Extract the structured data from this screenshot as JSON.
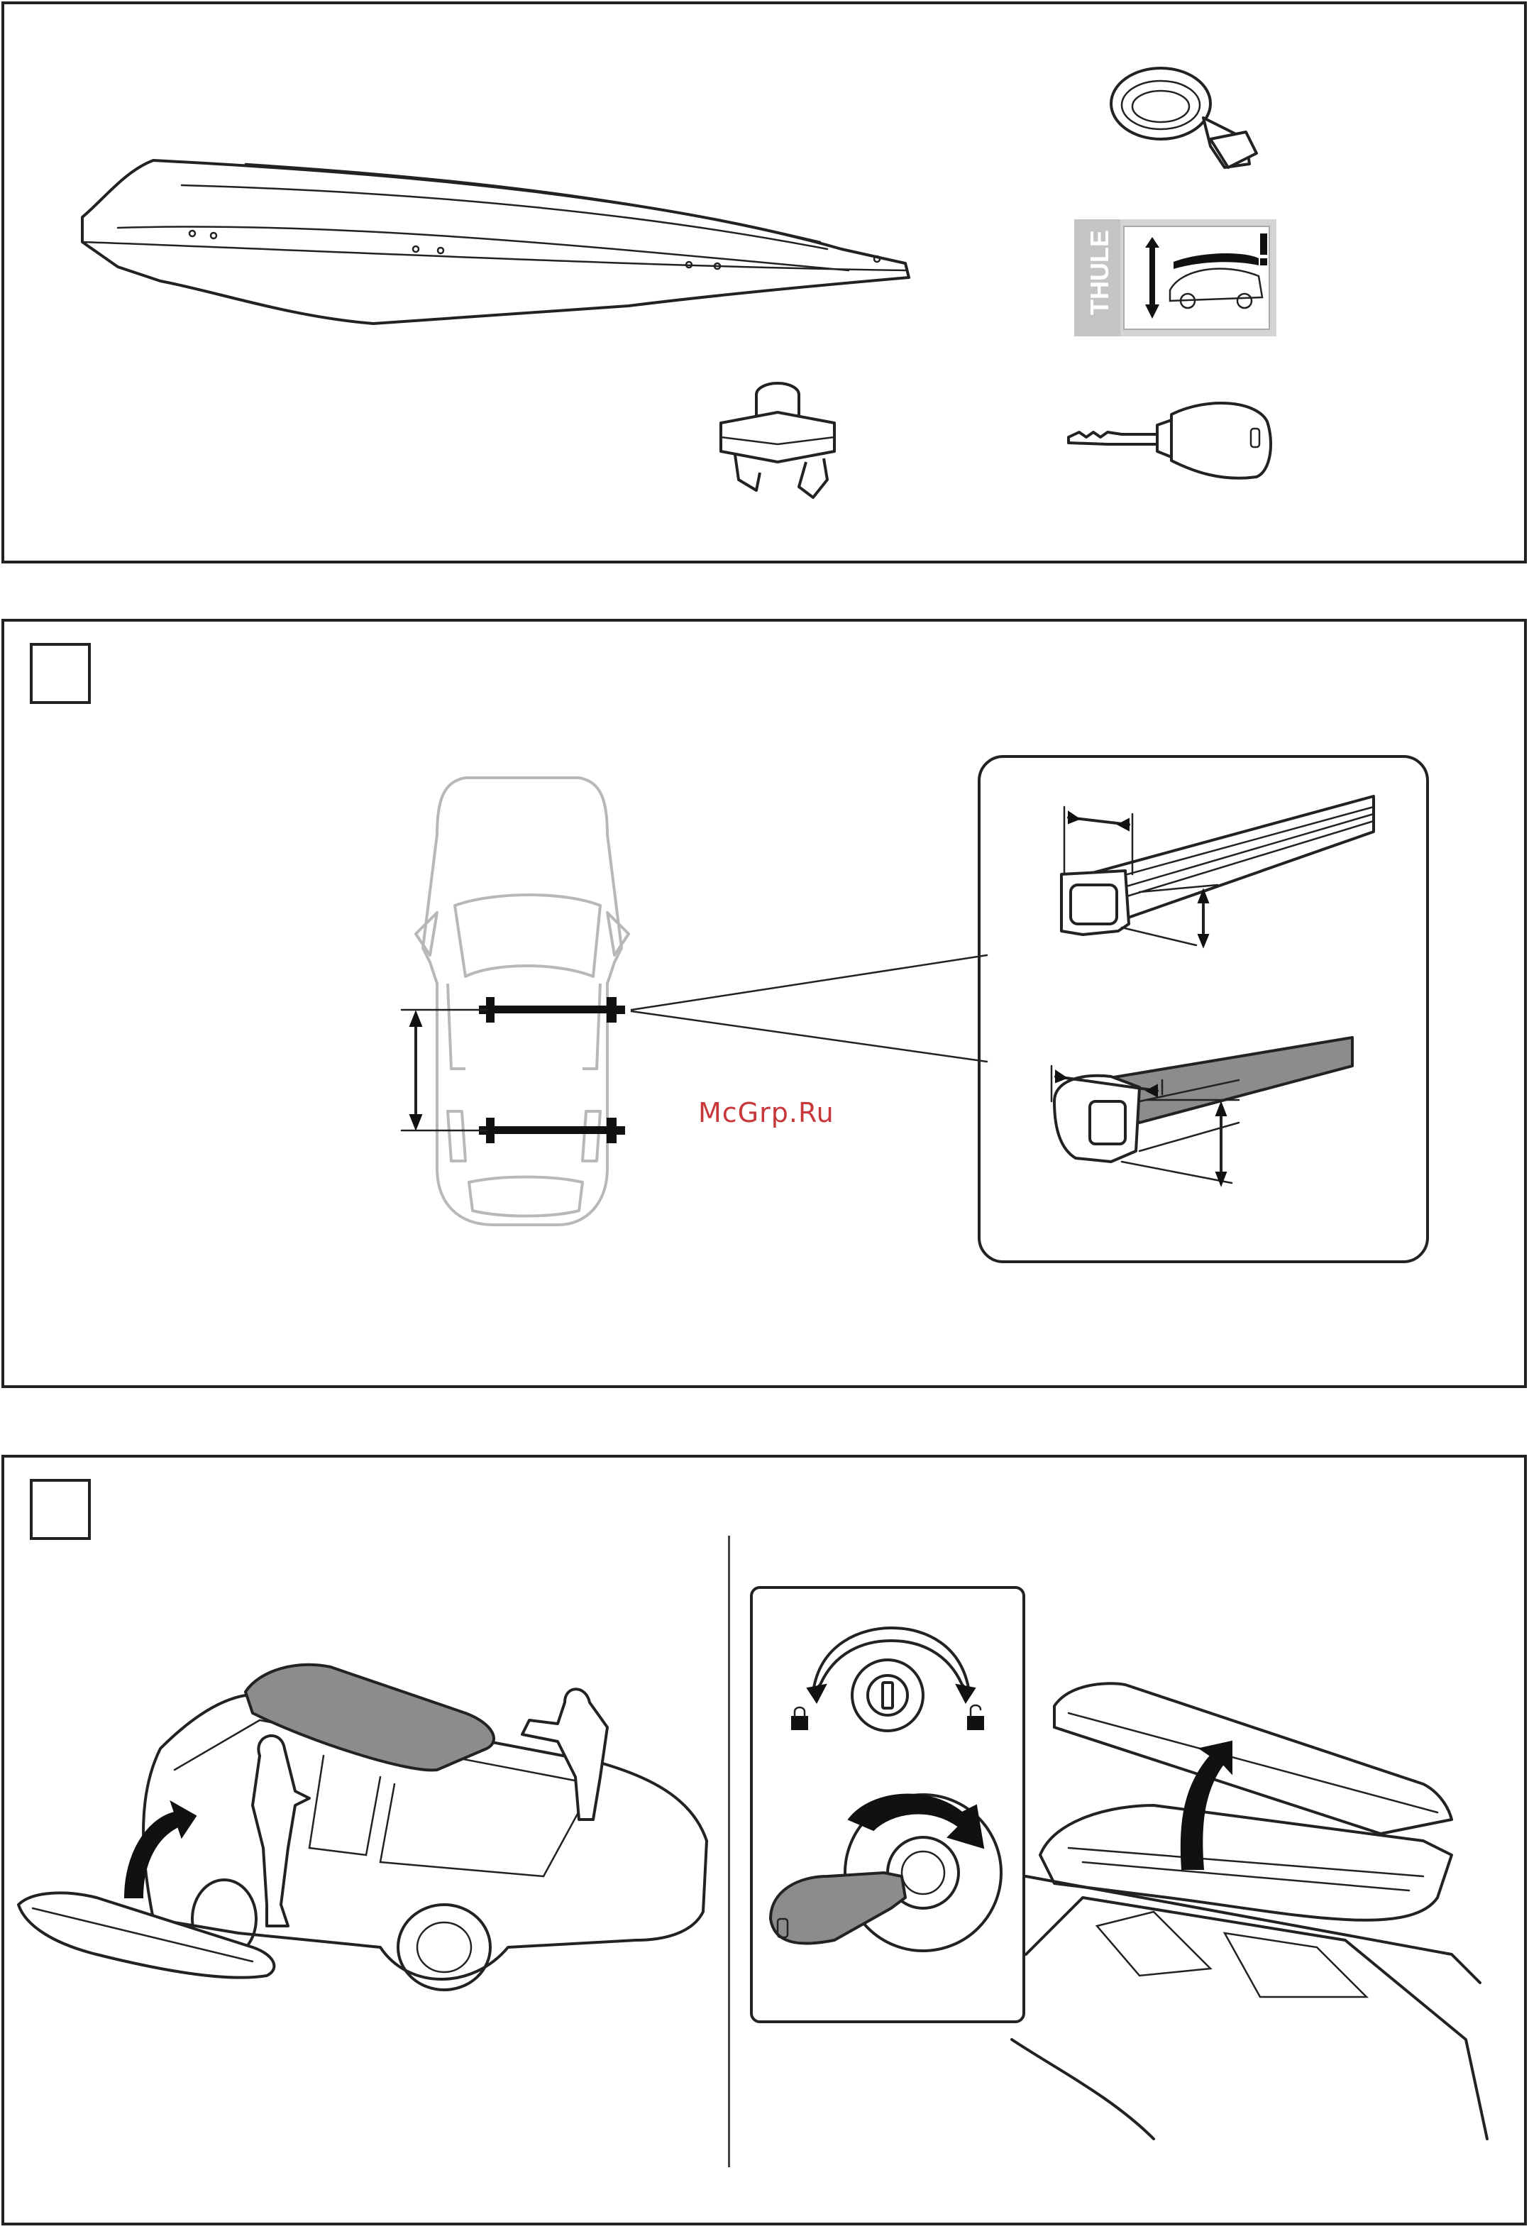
{
  "watermark": {
    "text": "McGrp.Ru",
    "color": "#c8383a"
  },
  "brand": {
    "logo_text": "THULE"
  },
  "panels": [
    {
      "name": "contents-panel"
    },
    {
      "name": "step-1-panel"
    },
    {
      "name": "step-2-panel"
    }
  ],
  "icons": [
    "roof-box-icon",
    "strap-icon",
    "sticker-icon",
    "mounting-clamp-icon",
    "key-icon",
    "car-top-view-icon",
    "roof-bar-profile-icon",
    "lock-icon",
    "unlock-icon",
    "lock-cylinder-icon",
    "rotate-arrow-icon"
  ]
}
